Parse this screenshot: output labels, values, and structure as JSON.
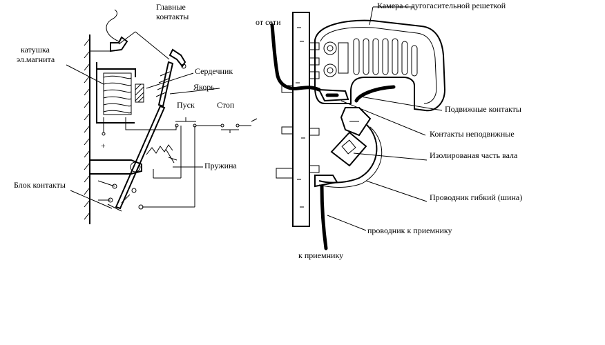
{
  "left_diagram": {
    "labels": {
      "main_contacts_line1": "Главные",
      "main_contacts_line2": "контакты",
      "coil_line1": "катушка",
      "coil_line2": "эл.магнита",
      "core": "Сердечник",
      "armature": "Якорь",
      "start": "Пуск",
      "stop": "Стоп",
      "spring": "Пружина",
      "aux_block": "Блок контакты",
      "plus": "+"
    }
  },
  "right_diagram": {
    "labels": {
      "from_grid": "от сети",
      "chamber": "Камера с дугогасительной решеткой",
      "moving_contacts": "Подвижные контакты",
      "fixed_contacts": "Контакты неподвижные",
      "insulated_shaft": "Изолированая часть вала",
      "flexible_conductor": "Проводник гибкий  (шина)",
      "conductor_to_receiver": "проводник к приемнику",
      "to_receiver": "к приемнику"
    }
  }
}
